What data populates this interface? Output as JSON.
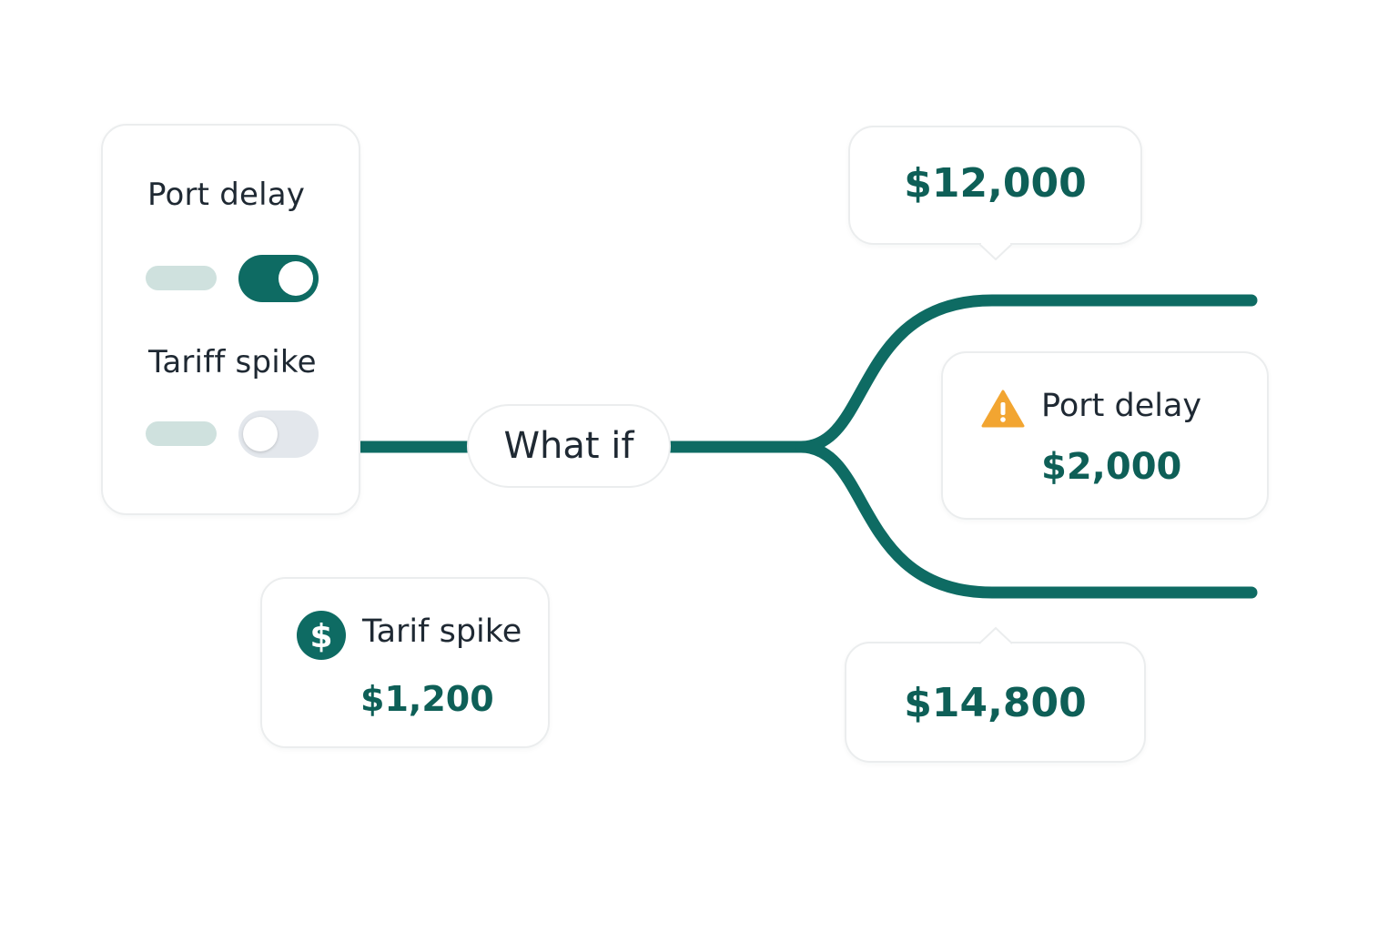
{
  "scenario_panel": {
    "items": [
      {
        "label": "Port delay",
        "enabled": true
      },
      {
        "label": "Tariff spike",
        "enabled": false
      }
    ]
  },
  "center_node": {
    "label": "What if"
  },
  "outcomes": {
    "top_total": "$12,000",
    "bottom_total": "$14,800"
  },
  "impact_cards": {
    "port_delay": {
      "title": "Port delay",
      "amount": "$2,000",
      "icon": "warning-icon"
    },
    "tarif_spike": {
      "title": "Tarif spike",
      "amount": "$1,200",
      "icon": "dollar-icon"
    }
  },
  "colors": {
    "accent": "#0e6b63",
    "accent_text": "#0e5f57",
    "warning": "#f2a531",
    "muted_track": "#cfe1de",
    "off_track": "#e3e7ec"
  }
}
